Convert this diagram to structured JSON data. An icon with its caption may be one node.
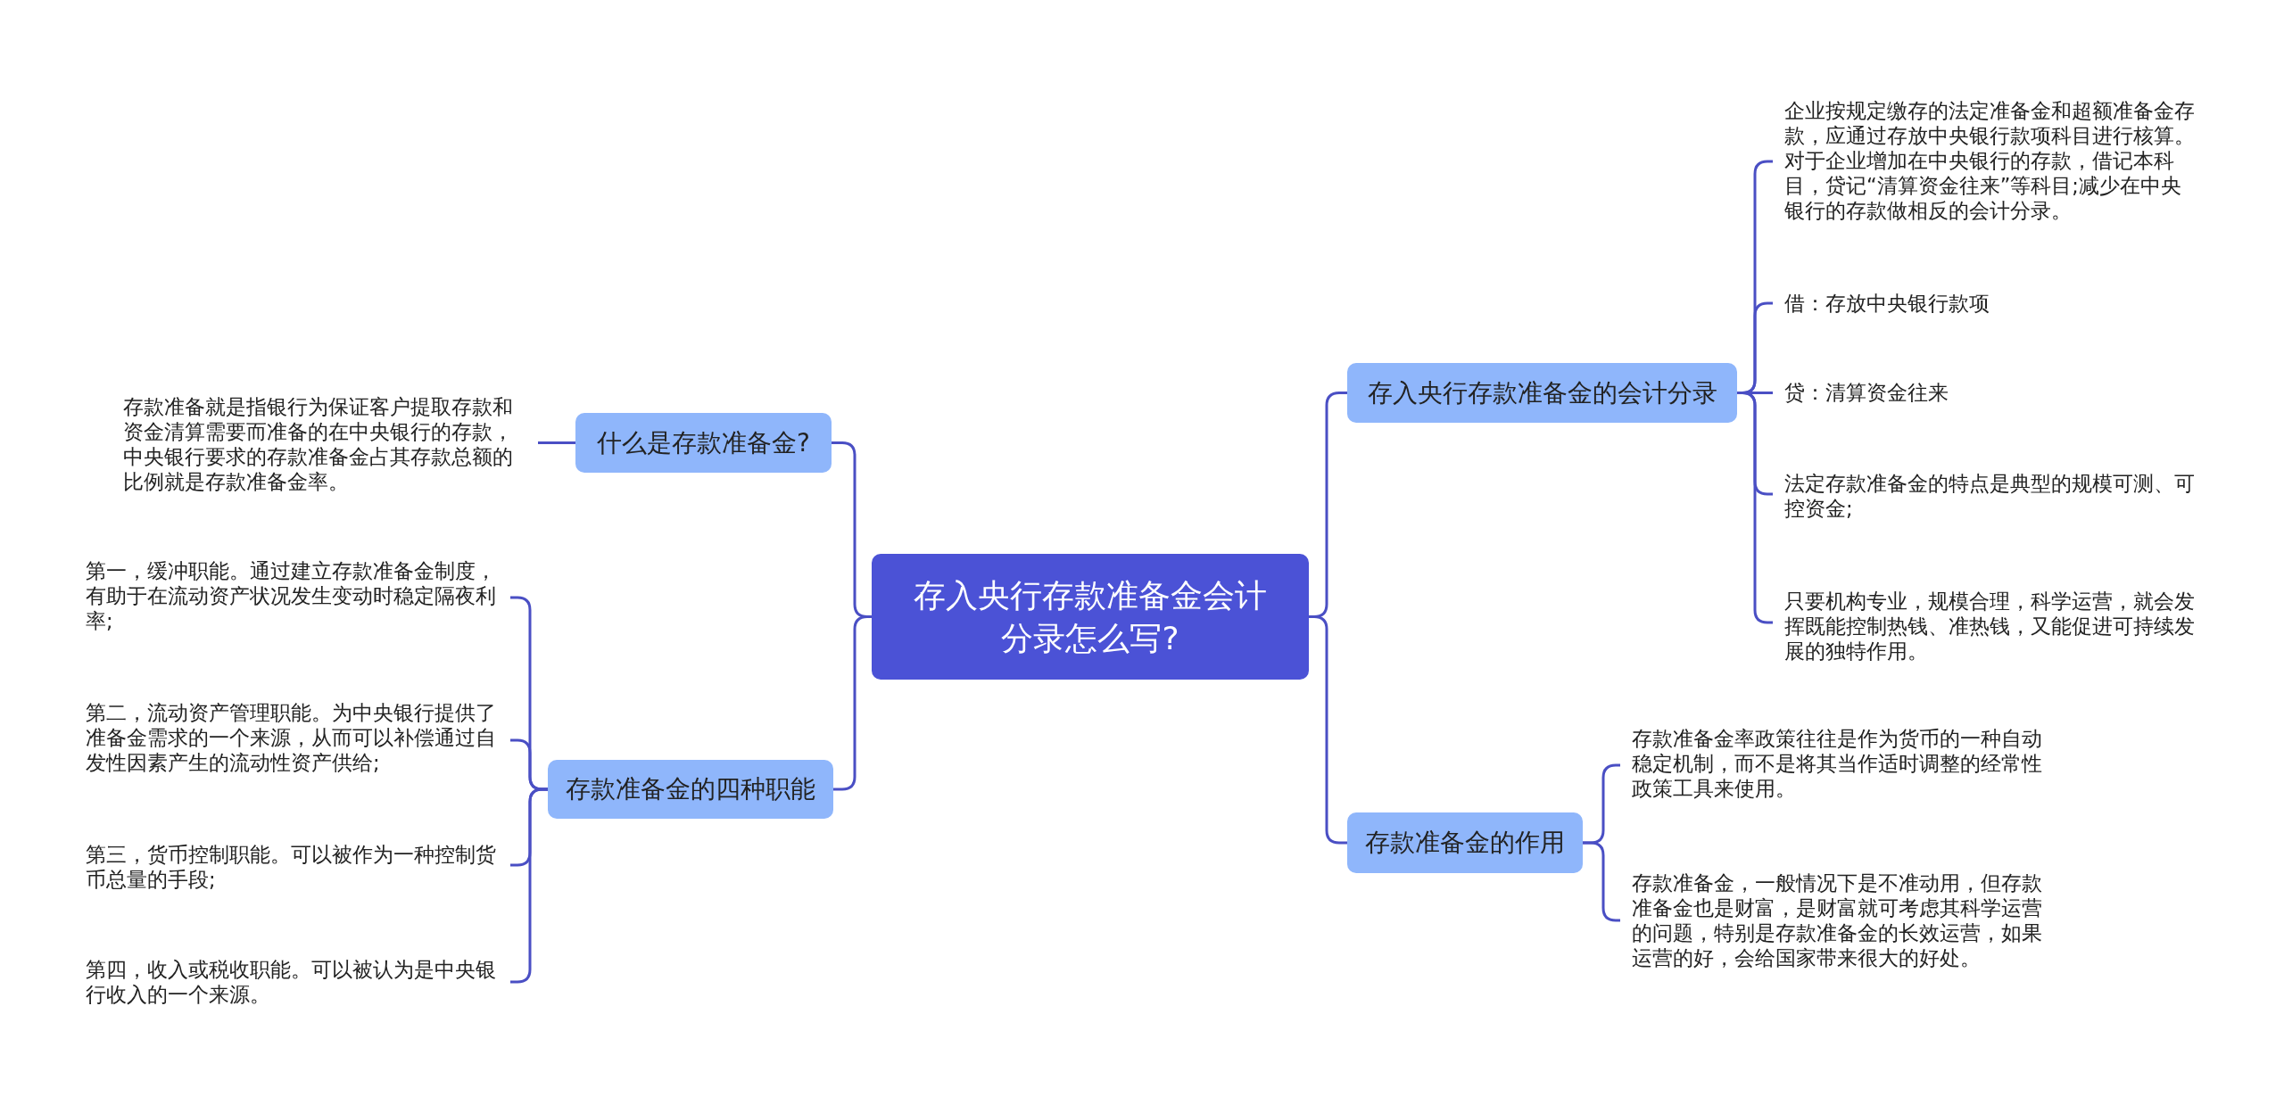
{
  "diagram": {
    "nodes": [
      {
        "text": [
          "存入央行存款准备金会计分录怎么写?"
        ]
      },
      {
        "text": [
          "什么是存款准备金?"
        ]
      },
      {
        "text": [
          "存款准备就是指银行为保证客户提取存款和资金清算需要而准备的在中央银行的存款，中央银行要求的存款准备金占其存款总额的比例就是存款准备金率。"
        ]
      },
      {
        "text": [
          "存款准备金的四种职能"
        ]
      },
      {
        "text": [
          "第一，缓冲职能。通过建立存款准备金制度，有助于在流动资产状况发生变动时稳定隔夜利率;"
        ]
      },
      {
        "text": [
          "第二，流动资产管理职能。为中央银行提供了准备金需求的一个来源，从而可以补偿通过自发性因素产生的流动性资产供给;"
        ]
      },
      {
        "text": [
          "第三，货币控制职能。可以被作为一种控制货币总量的手段;"
        ]
      },
      {
        "text": [
          "第四，收入或税收职能。可以被认为是中央银行收入的一个来源。"
        ]
      },
      {
        "text": [
          "存入央行存款准备金的会计分录"
        ]
      },
      {
        "text": [
          "企业按规定缴存的法定准备金和超额准备金存款，应通过存放中央银行款项科目进行核算。对于企业增加在中央银行的存款，借记本科目，贷记“清算资金往来”等科目;减少在中央银行的存款做相反的会计分录。"
        ]
      },
      {
        "text": [
          "借：存放中央银行款项"
        ]
      },
      {
        "text": [
          "贷：清算资金往来"
        ]
      },
      {
        "text": [
          "法定存款准备金的特点是典型的规模可测、可控资金;"
        ]
      },
      {
        "text": [
          "只要机构专业，规模合理，科学运营，就会发挥既能控制热钱、准热钱，又能促进可持续发展的独特作用。"
        ]
      },
      {
        "text": [
          "存款准备金的作用"
        ]
      },
      {
        "text": [
          "存款准备金率政策往往是作为货币的一种自动稳定机制，而不是将其当作适时调整的经常性政策工具来使用。"
        ]
      },
      {
        "text": [
          "存款准备金，一般情况下是不准动用，但存款准备金也是财富，是财富就可考虑其科学运营的问题，特别是存款准备金的长效运营，如果运营的好，会给国家带来很大的好处。"
        ]
      }
    ],
    "edges": [
      {
        "from": 0,
        "to": 1,
        "arrow": "none"
      },
      {
        "from": 1,
        "to": 2,
        "arrow": "none"
      },
      {
        "from": 0,
        "to": 3,
        "arrow": "none"
      },
      {
        "from": 3,
        "to": 4,
        "arrow": "none"
      },
      {
        "from": 3,
        "to": 5,
        "arrow": "none"
      },
      {
        "from": 3,
        "to": 6,
        "arrow": "none"
      },
      {
        "from": 3,
        "to": 7,
        "arrow": "none"
      },
      {
        "from": 0,
        "to": 8,
        "arrow": "none"
      },
      {
        "from": 8,
        "to": 9,
        "arrow": "none"
      },
      {
        "from": 8,
        "to": 10,
        "arrow": "none"
      },
      {
        "from": 8,
        "to": 11,
        "arrow": "none"
      },
      {
        "from": 8,
        "to": 12,
        "arrow": "none"
      },
      {
        "from": 8,
        "to": 13,
        "arrow": "none"
      },
      {
        "from": 0,
        "to": 14,
        "arrow": "none"
      },
      {
        "from": 14,
        "to": 15,
        "arrow": "none"
      },
      {
        "from": 14,
        "to": 16,
        "arrow": "none"
      }
    ]
  }
}
